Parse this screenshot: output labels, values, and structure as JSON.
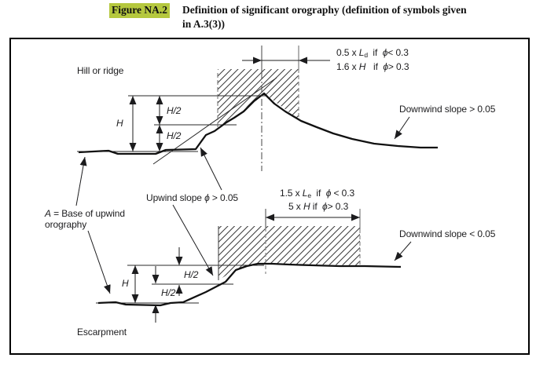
{
  "caption": {
    "tag": "Figure NA.2",
    "highlight_color": "#b5c83e",
    "title_line1": "Definition of significant orography (definition of symbols given",
    "title_line2": "in A.3(3))"
  },
  "upper": {
    "label": "Hill or ridge",
    "h_label": "H",
    "h2_label": "H/2",
    "dim_note": {
      "line1": {
        "pre": "0.5 x ",
        "var": "L",
        "sub": "d",
        "mid": "  if  ",
        "phi": "ϕ",
        "post": "< 0.3"
      },
      "line2": {
        "pre": "1.6 x ",
        "var": "H",
        "mid": "   if  ",
        "phi": "ϕ",
        "post": "> 0.3"
      }
    },
    "downwind_label": "Downwind slope > 0.05"
  },
  "middle": {
    "base_label": {
      "var": "A",
      "line1_rest": " = Base of upwind",
      "line2": "orography"
    },
    "upwind_label": {
      "pre": "Upwind slope ",
      "phi": "ϕ",
      "post": " > 0.05"
    }
  },
  "lower": {
    "label": "Escarpment",
    "h_label": "H",
    "h2_label": "H/2",
    "dim_note": {
      "line1": {
        "pre": "1.5 x ",
        "var": "L",
        "sub": "e",
        "mid": "  if  ",
        "phi": "ϕ",
        "post": " < 0.3"
      },
      "line2": {
        "pre": "5 x ",
        "var": "H",
        "mid": " if  ",
        "phi": "ϕ",
        "post": "> 0.3"
      }
    },
    "downwind_label": "Downwind slope < 0.05"
  }
}
